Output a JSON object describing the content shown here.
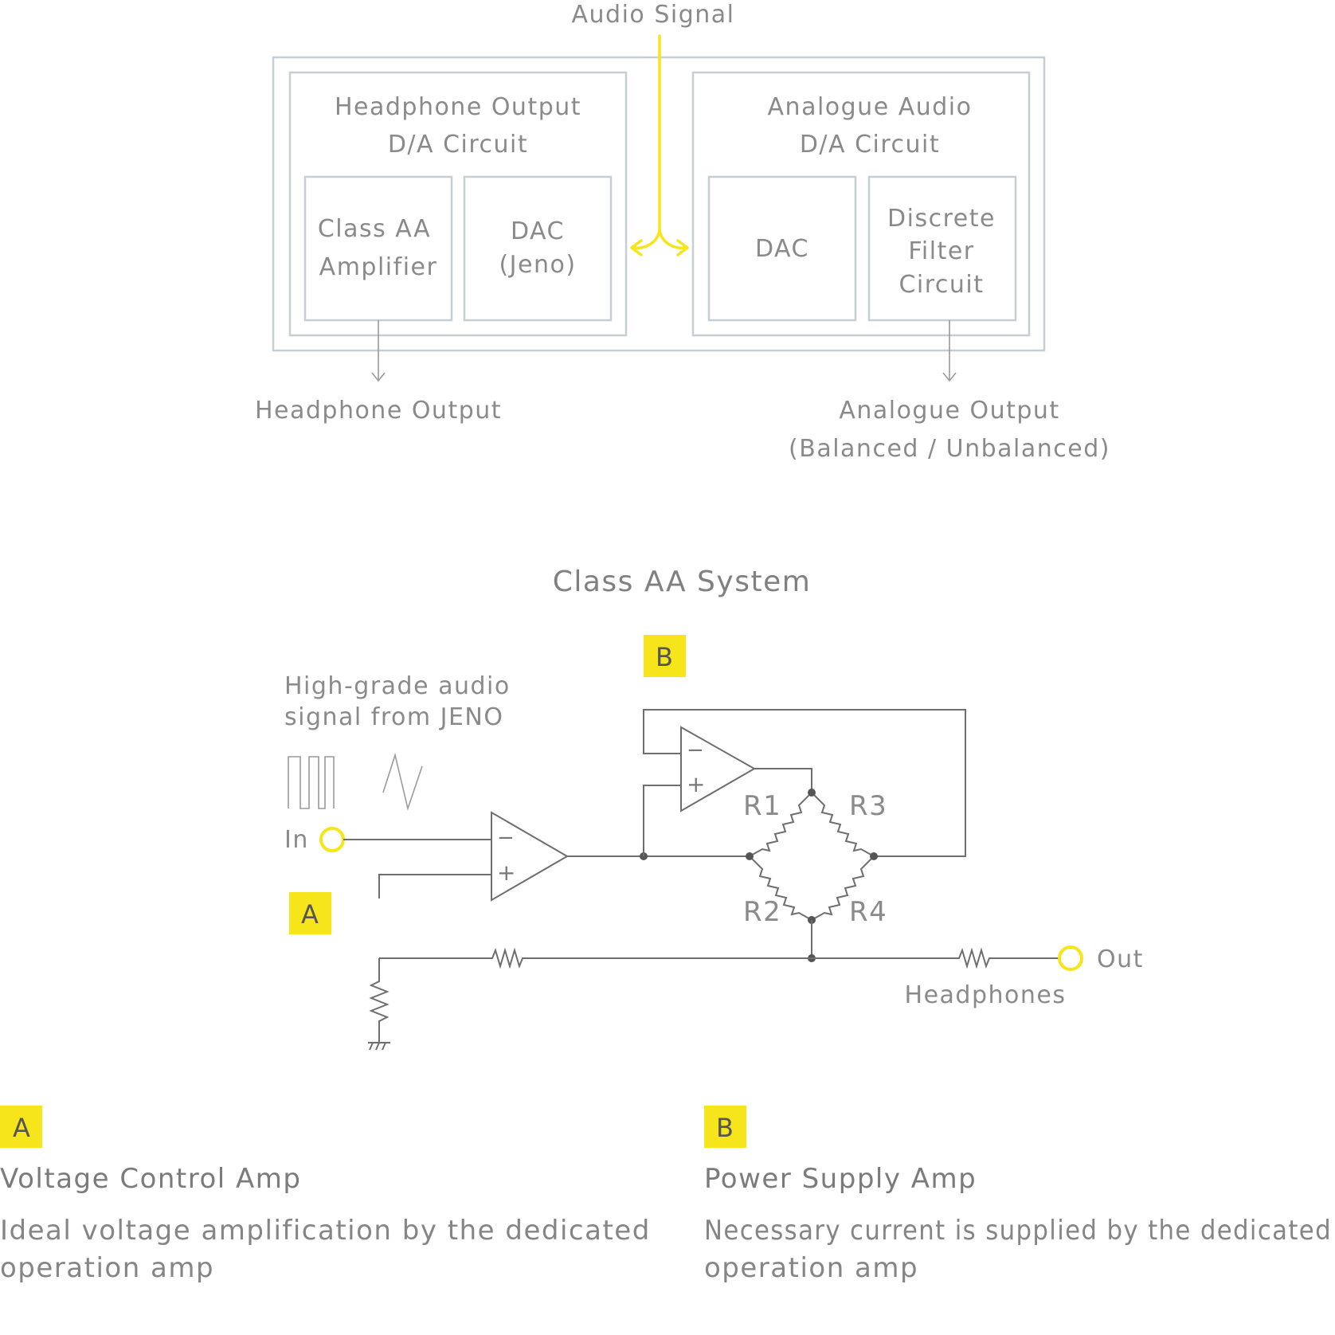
{
  "block_diagram": {
    "input_label": "Audio Signal",
    "left_block": {
      "title_lines": [
        "Headphone Output",
        "D/A Circuit"
      ],
      "sub_blocks": [
        {
          "lines": [
            "Class AA",
            "Amplifier"
          ]
        },
        {
          "lines": [
            "DAC",
            "(Jeno)"
          ]
        }
      ],
      "output_label": "Headphone Output"
    },
    "right_block": {
      "title_lines": [
        "Analogue Audio",
        "D/A Circuit"
      ],
      "sub_blocks": [
        {
          "lines": [
            "DAC"
          ]
        },
        {
          "lines": [
            "Discrete",
            "Filter",
            "Circuit"
          ]
        }
      ],
      "output_lines": [
        "Analogue Output",
        "(Balanced / Unbalanced)"
      ]
    }
  },
  "circuit": {
    "title": "Class AA System",
    "source_lines": [
      "High-grade audio",
      "signal from JENO"
    ],
    "in_label": "In",
    "out_label": "Out",
    "headphones_label": "Headphones",
    "resistors": [
      "R1",
      "R2",
      "R3",
      "R4"
    ],
    "badge_a": "A",
    "badge_b": "B",
    "opamp_minus": "−",
    "opamp_plus": "+"
  },
  "legend": [
    {
      "badge": "A",
      "heading": "Voltage Control Amp",
      "body_lines": [
        "Ideal voltage amplification by the dedicated",
        "operation amp"
      ]
    },
    {
      "badge": "B",
      "heading": "Power Supply Amp",
      "body_lines": [
        "Necessary current is supplied by the dedicated",
        "operation amp"
      ]
    }
  ],
  "colors": {
    "accent_yellow": "#f7e51c",
    "box_stroke": "#c6ced3",
    "wire": "#6e6e6e",
    "text": "#8a8a8a"
  }
}
